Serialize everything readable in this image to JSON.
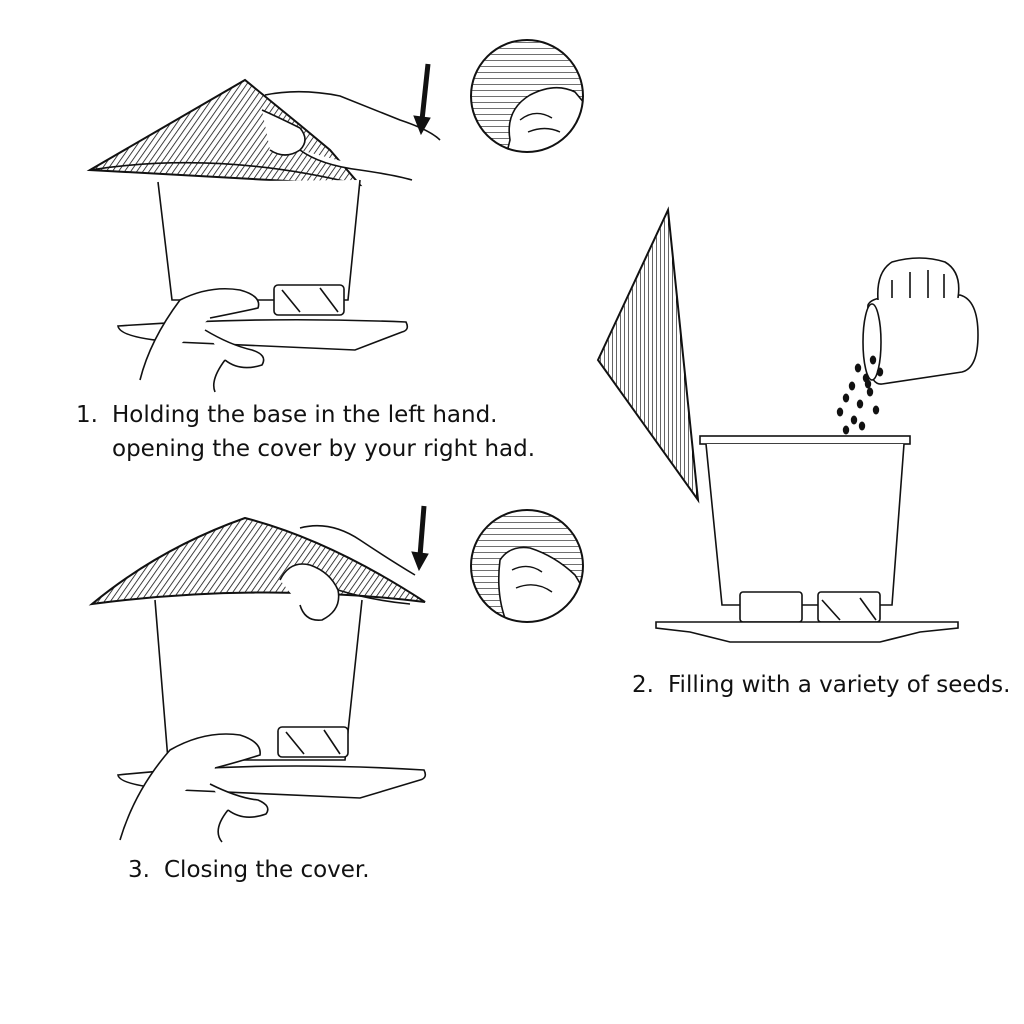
{
  "steps": [
    {
      "number": "1.",
      "line1": "Holding the base in the left hand.",
      "line2": "opening the cover by your right had."
    },
    {
      "number": "2.",
      "line1": "Filling with a variety of seeds."
    },
    {
      "number": "3.",
      "line1": "Closing the cover."
    }
  ],
  "colors": {
    "ink": "#111111",
    "paper": "#ffffff"
  },
  "icons": [
    "down-arrow-icon",
    "magnifier-detail-icon",
    "hand-icon",
    "seed-icon"
  ]
}
